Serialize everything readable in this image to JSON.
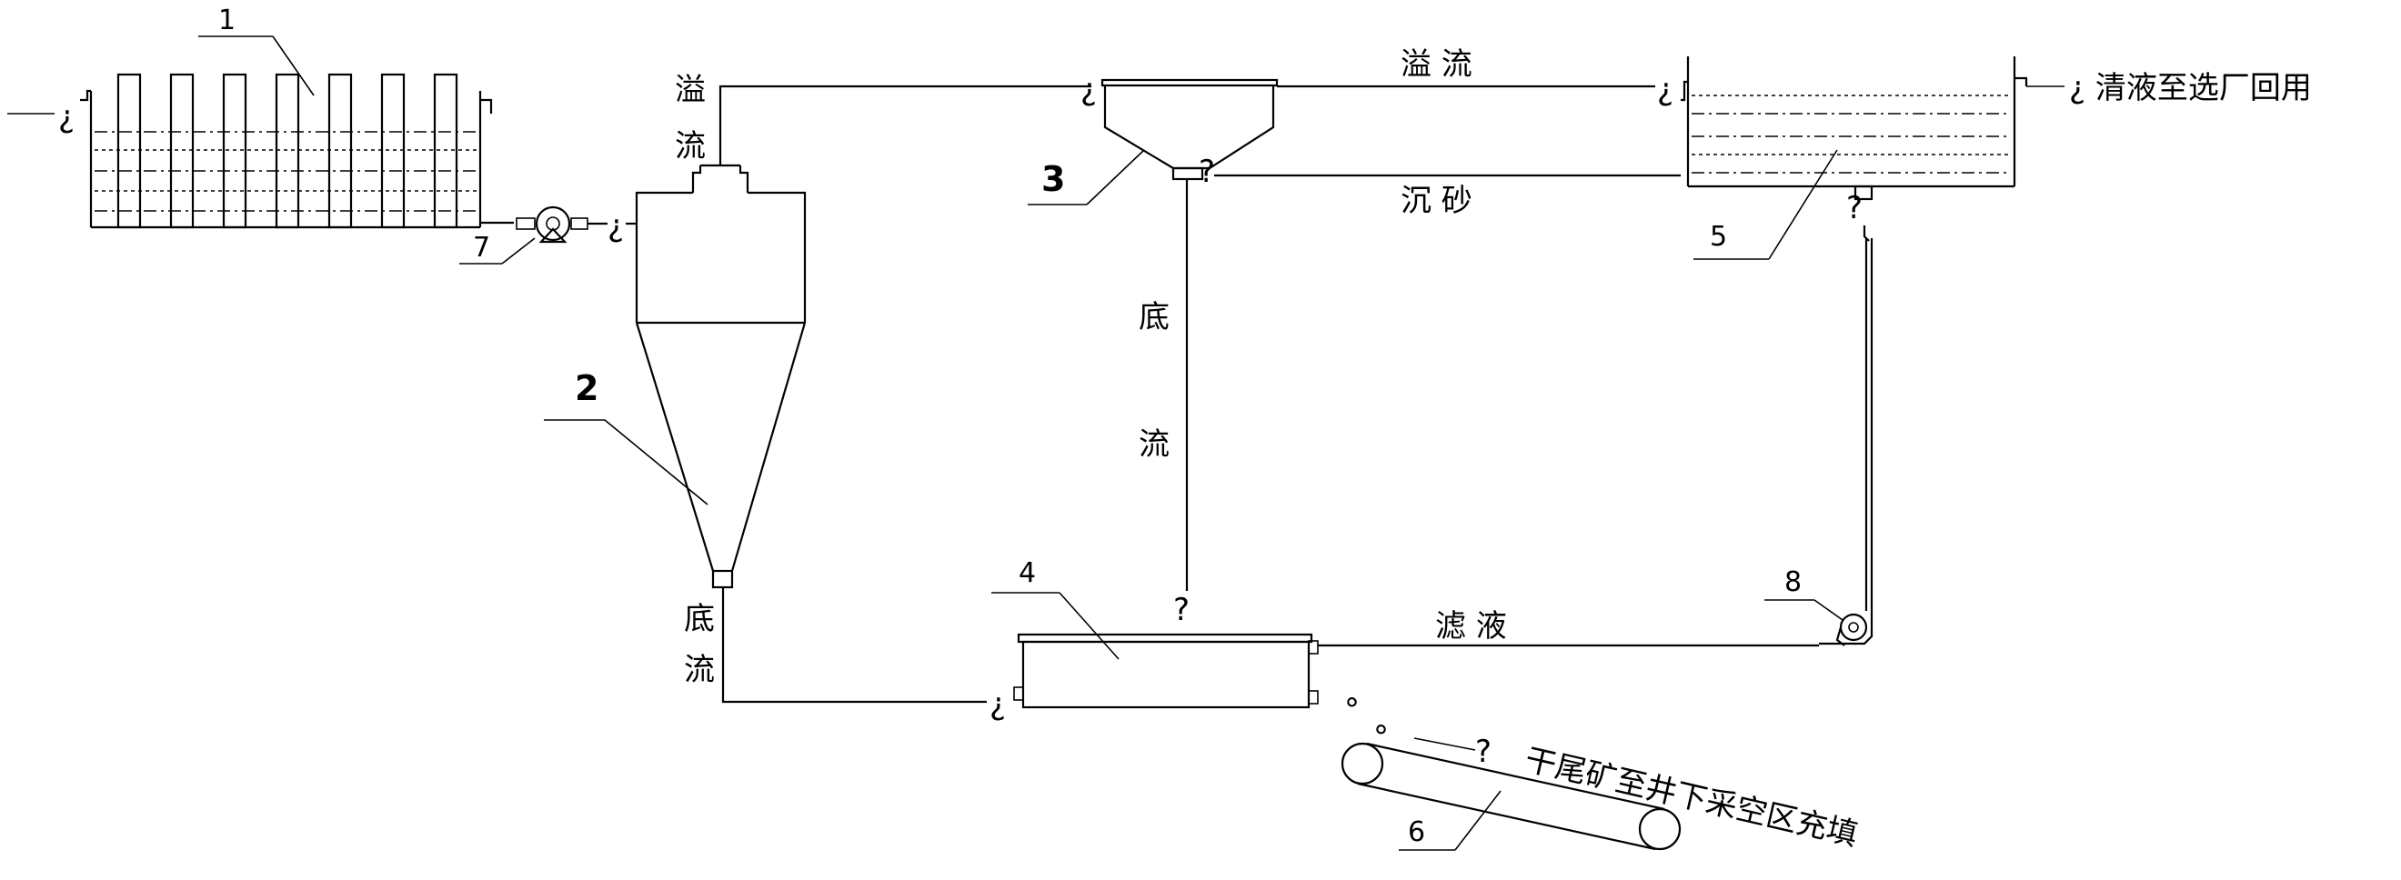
{
  "labels": {
    "overflow_top": "溢  流",
    "sand": "沉  砂",
    "underflow_mid_1": "底",
    "underflow_mid_2": "流",
    "filtrate": "滤  液",
    "overflow_left_1": "溢",
    "overflow_left_2": "流",
    "underflow_left_1": "底",
    "underflow_left_2": "流",
    "clear_liquid": "¿ 清液至选厂回用",
    "dry_tailings": "干尾矿至井下采空区充填"
  },
  "markers": {
    "inverted_q": "¿",
    "q": "?",
    "circle": "°"
  },
  "equipment_numbers": {
    "n1": "1",
    "n2": "2",
    "n3": "3",
    "n4": "4",
    "n5": "5",
    "n6": "6",
    "n7": "7",
    "n8": "8"
  }
}
